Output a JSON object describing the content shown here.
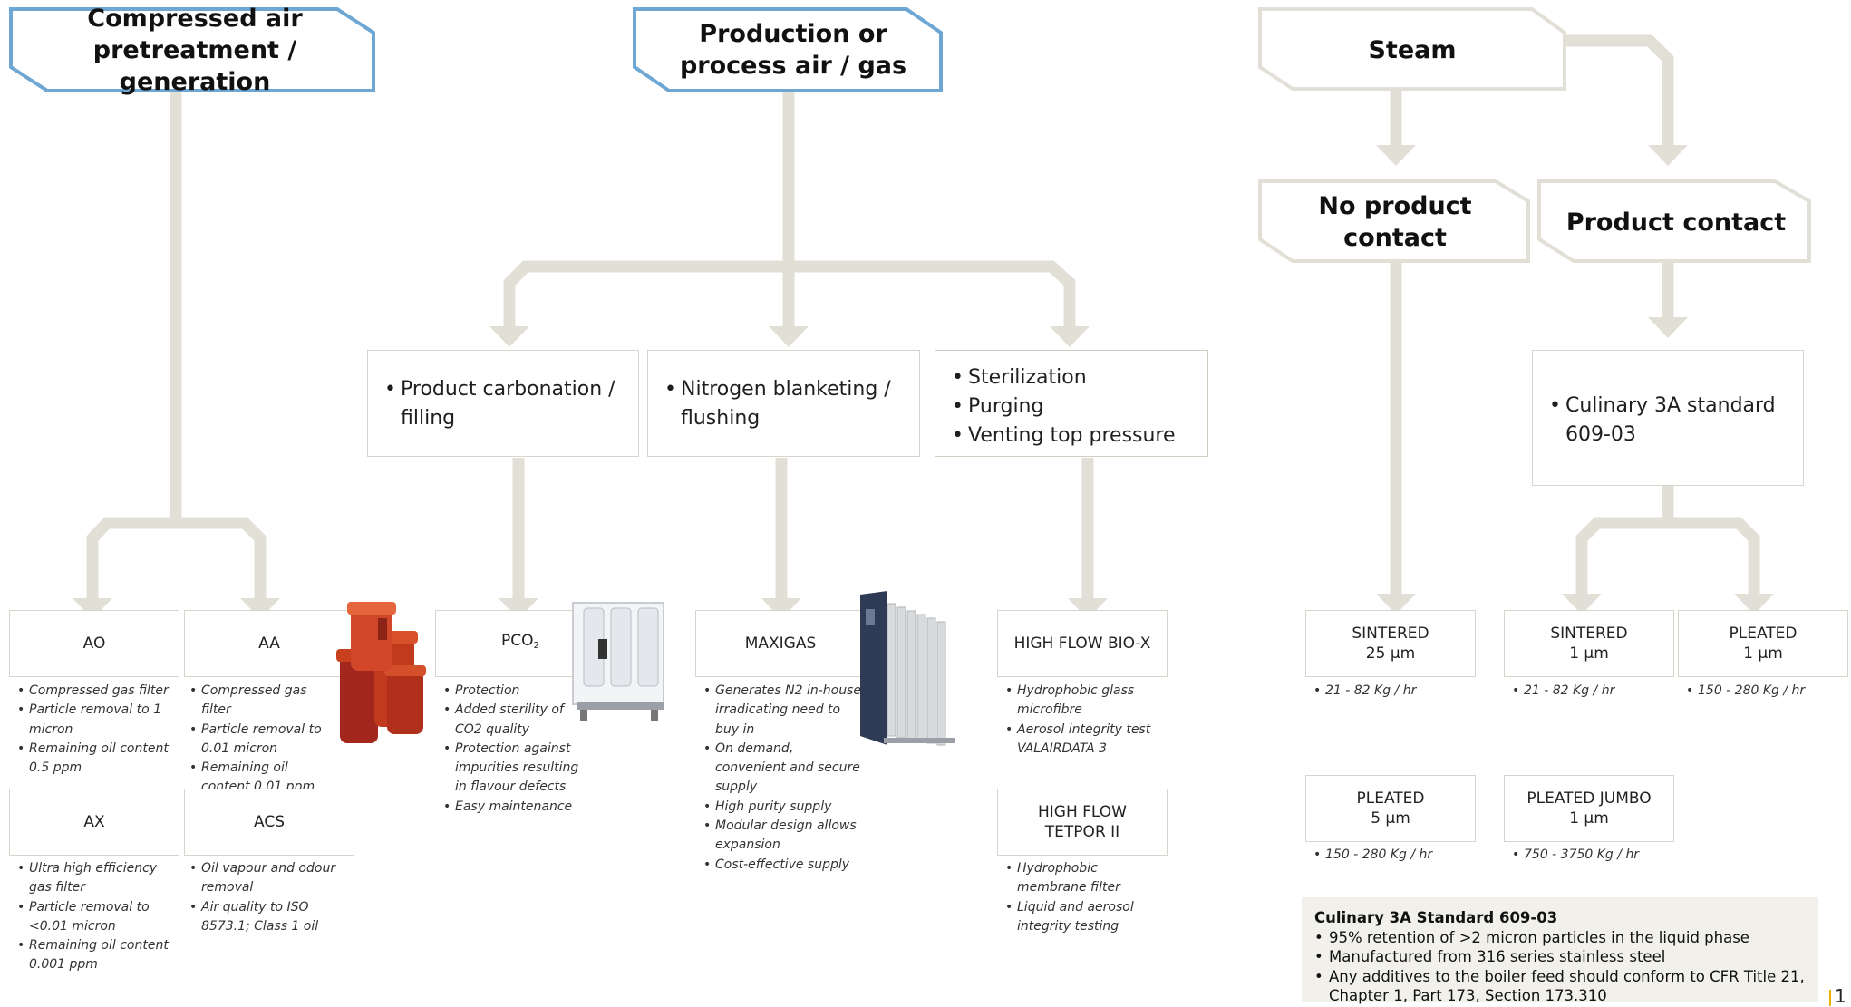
{
  "colors": {
    "connector": "#e1dfd6",
    "header_border_blue": "#6ea7d4",
    "header_border_grey": "#e1dfd6",
    "box_border": "#d7d5cb",
    "note_bg": "#f1f0ea",
    "page_mark": "#e9b200"
  },
  "headers": {
    "compressed_air": "Compressed air pretreatment / generation",
    "process_air": "Production or process air / gas",
    "steam": "Steam",
    "no_product_contact": "No product contact",
    "product_contact": "Product contact"
  },
  "applications": {
    "carbonation": [
      "Product carbonation / filling"
    ],
    "nitrogen": [
      "Nitrogen blanketing / flushing"
    ],
    "sterilization": [
      "Sterilization",
      "Purging",
      "Venting top pressure"
    ],
    "culinary": [
      "Culinary 3A standard 609-03"
    ]
  },
  "products": {
    "ao": {
      "name": "AO",
      "features": [
        "Compressed gas filter",
        "Particle removal to 1 micron",
        "Remaining oil content 0.5 ppm"
      ]
    },
    "aa": {
      "name": "AA",
      "features": [
        "Compressed gas filter",
        "Particle removal to 0.01 micron",
        "Remaining oil content 0.01 ppm"
      ]
    },
    "ax": {
      "name": "AX",
      "features": [
        "Ultra high efficiency gas filter",
        "Particle removal to <0.01 micron",
        "Remaining oil content 0.001 ppm"
      ]
    },
    "acs": {
      "name": "ACS",
      "features": [
        "Oil vapour and odour removal",
        "Air quality to ISO 8573.1; Class 1 oil"
      ]
    },
    "pco2": {
      "name_main": "PCO",
      "name_sub": "2",
      "features": [
        "Protection",
        "Added sterility of CO2 quality",
        "Protection against impurities resulting in flavour defects",
        "Easy maintenance"
      ]
    },
    "maxigas": {
      "name": "MAXIGAS",
      "features": [
        "Generates N2 in-house irradicating need to buy in",
        "On demand, convenient and secure supply",
        "High purity supply",
        "Modular design allows expansion",
        "Cost-effective supply"
      ]
    },
    "bio_x": {
      "name": "HIGH FLOW BIO-X",
      "features": [
        "Hydrophobic glass microfibre",
        "Aerosol integrity test VALAIRDATA 3"
      ]
    },
    "tetpor": {
      "line1": "HIGH FLOW",
      "line2": "TETPOR II",
      "features": [
        "Hydrophobic membrane filter",
        "Liquid and aerosol integrity testing"
      ]
    },
    "sintered_25": {
      "line1": "SINTERED",
      "line2": "25 µm",
      "features": [
        "21 - 82 Kg / hr"
      ]
    },
    "pleated_5": {
      "line1": "PLEATED",
      "line2": "5 µm",
      "features": [
        "150 - 280 Kg / hr"
      ]
    },
    "sintered_1": {
      "line1": "SINTERED",
      "line2": "1 µm",
      "features": [
        "21 - 82 Kg / hr"
      ]
    },
    "pleated_1": {
      "line1": "PLEATED",
      "line2": "1 µm",
      "features": [
        "150 - 280 Kg / hr"
      ]
    },
    "pleated_jumbo": {
      "line1": "PLEATED JUMBO",
      "line2": "1 µm",
      "features": [
        "750 - 3750 Kg / hr"
      ]
    }
  },
  "note": {
    "title": "Culinary 3A Standard 609-03",
    "items": [
      "95% retention of >2 micron particles in the liquid phase",
      "Manufactured from 316 series stainless steel",
      "Any additives to the boiler feed should conform to CFR Title 21, Chapter 1, Part 173, Section 173.310"
    ]
  },
  "page_number": "1",
  "photos": [
    "orange-filter-housings-photo",
    "pco2-filter-unit-photo",
    "maxigas-generator-photo"
  ]
}
